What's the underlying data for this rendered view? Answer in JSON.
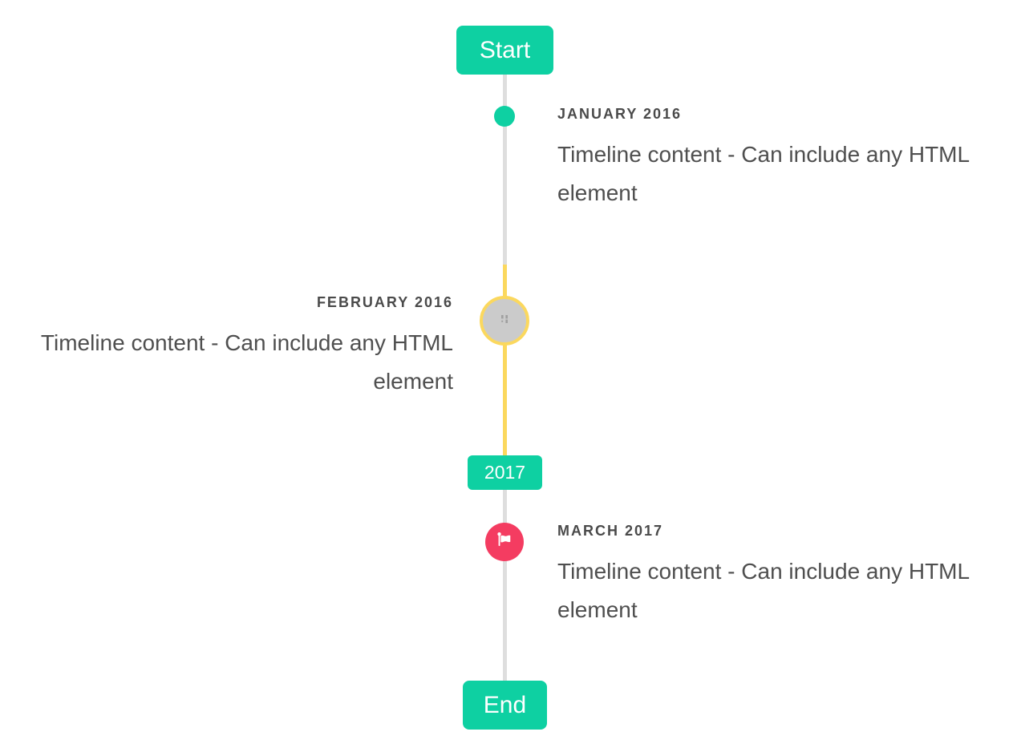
{
  "timeline": {
    "start_label": "Start",
    "end_label": "End",
    "year_badge": "2017",
    "items": [
      {
        "title": "JANUARY 2016",
        "content": "Timeline content - Can include any HTML element",
        "side": "right",
        "marker": "teal-dot"
      },
      {
        "title": "FEBRUARY 2016",
        "content": "Timeline content - Can include any HTML element",
        "side": "left",
        "marker": "gray-circle-broken-image"
      },
      {
        "title": "MARCH 2017",
        "content": "Timeline content - Can include any HTML element",
        "side": "right",
        "marker": "red-flag-circle"
      }
    ],
    "colors": {
      "accent_teal": "#0ED0A2",
      "flag_red": "#F43C61",
      "highlight_yellow": "#FBD85E",
      "line_gray": "#DEDEDE",
      "circle_gray": "#CBCBCB",
      "title_text": "#4A4A4A",
      "content_text": "#4F4F4F",
      "badge_text": "#FFFFFF"
    }
  }
}
